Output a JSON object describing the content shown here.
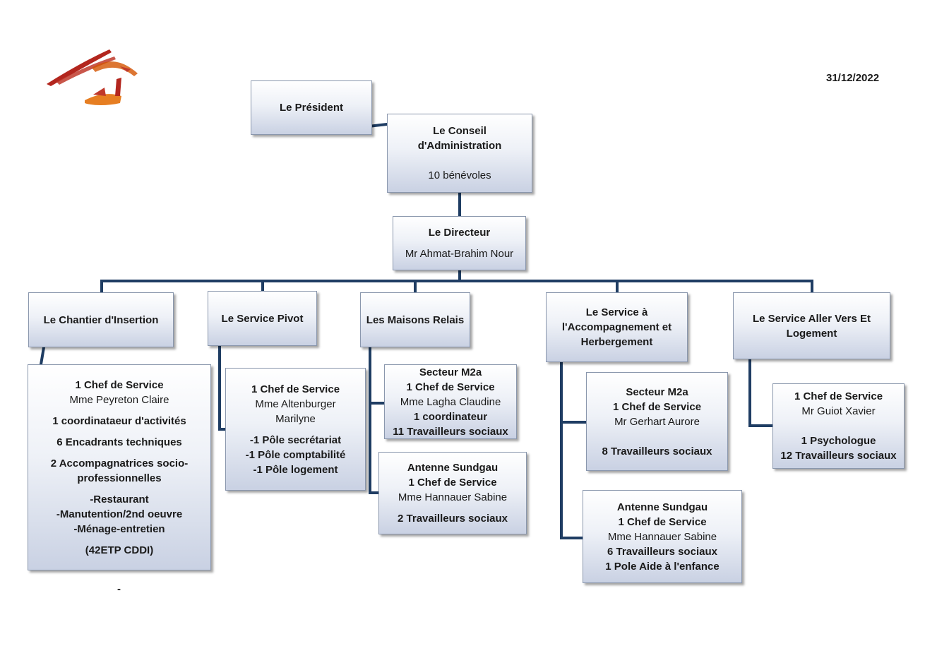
{
  "date": "31/12/2022",
  "footer_dash": "-",
  "president": {
    "title": "Le Président"
  },
  "conseil": {
    "title_1": "Le Conseil",
    "title_2": "d'Administration",
    "members": "10 bénévoles"
  },
  "directeur": {
    "title": "Le Directeur",
    "name": "Mr Ahmat-Brahim Nour"
  },
  "services": {
    "chantier": "Le Chantier d'Insertion",
    "pivot": "Le Service Pivot",
    "maisons": "Les Maisons Relais",
    "accompagnement_1": "Le Service à",
    "accompagnement_2": "l'Accompagnement et",
    "accompagnement_3": "Herbergement",
    "aller_vers_1": "Le Service Aller Vers Et",
    "aller_vers_2": "Logement"
  },
  "chantier_detail": {
    "chef": "1 Chef de Service",
    "name": "Mme Peyreton Claire",
    "coord": "1 coordinataeur d'activités",
    "encadrants": "6 Encadrants techniques",
    "accomp_1": "2 Accompagnatrices socio-",
    "accomp_2": "professionnelles",
    "act_1": "-Restaurant",
    "act_2": "-Manutention/2nd oeuvre",
    "act_3": "-Ménage-entretien",
    "etp": "(42ETP CDDI)"
  },
  "pivot_detail": {
    "chef": "1 Chef de Service",
    "name_1": "Mme Altenburger",
    "name_2": "Marilyne",
    "pole_1": "-1 Pôle secrétariat",
    "pole_2": "-1 Pôle comptabilité",
    "pole_3": "-1 Pôle logement"
  },
  "maisons_m2a": {
    "sector": "Secteur M2a",
    "chef": "1 Chef de Service",
    "name": "Mme Lagha Claudine",
    "coord": "1 coordinateur",
    "ts": "11 Travailleurs sociaux"
  },
  "maisons_sundgau": {
    "sector": "Antenne Sundgau",
    "chef": "1 Chef de Service",
    "name": "Mme Hannauer Sabine",
    "ts": "2 Travailleurs sociaux"
  },
  "accomp_m2a": {
    "sector": "Secteur M2a",
    "chef": "1 Chef de Service",
    "name": "Mr Gerhart Aurore",
    "ts": "8 Travailleurs sociaux"
  },
  "accomp_sundgau": {
    "sector": "Antenne Sundgau",
    "chef": "1 Chef de Service",
    "name": "Mme Hannauer Sabine",
    "ts": "6 Travailleurs sociaux",
    "pole": "1 Pole Aide à l'enfance"
  },
  "aller_detail": {
    "chef": "1 Chef de Service",
    "name": "Mr Guiot Xavier",
    "psy": "1 Psychologue",
    "ts": "12 Travailleurs sociaux"
  },
  "colors": {
    "connector": "#1f3d63",
    "box_border": "#8a97ad"
  }
}
